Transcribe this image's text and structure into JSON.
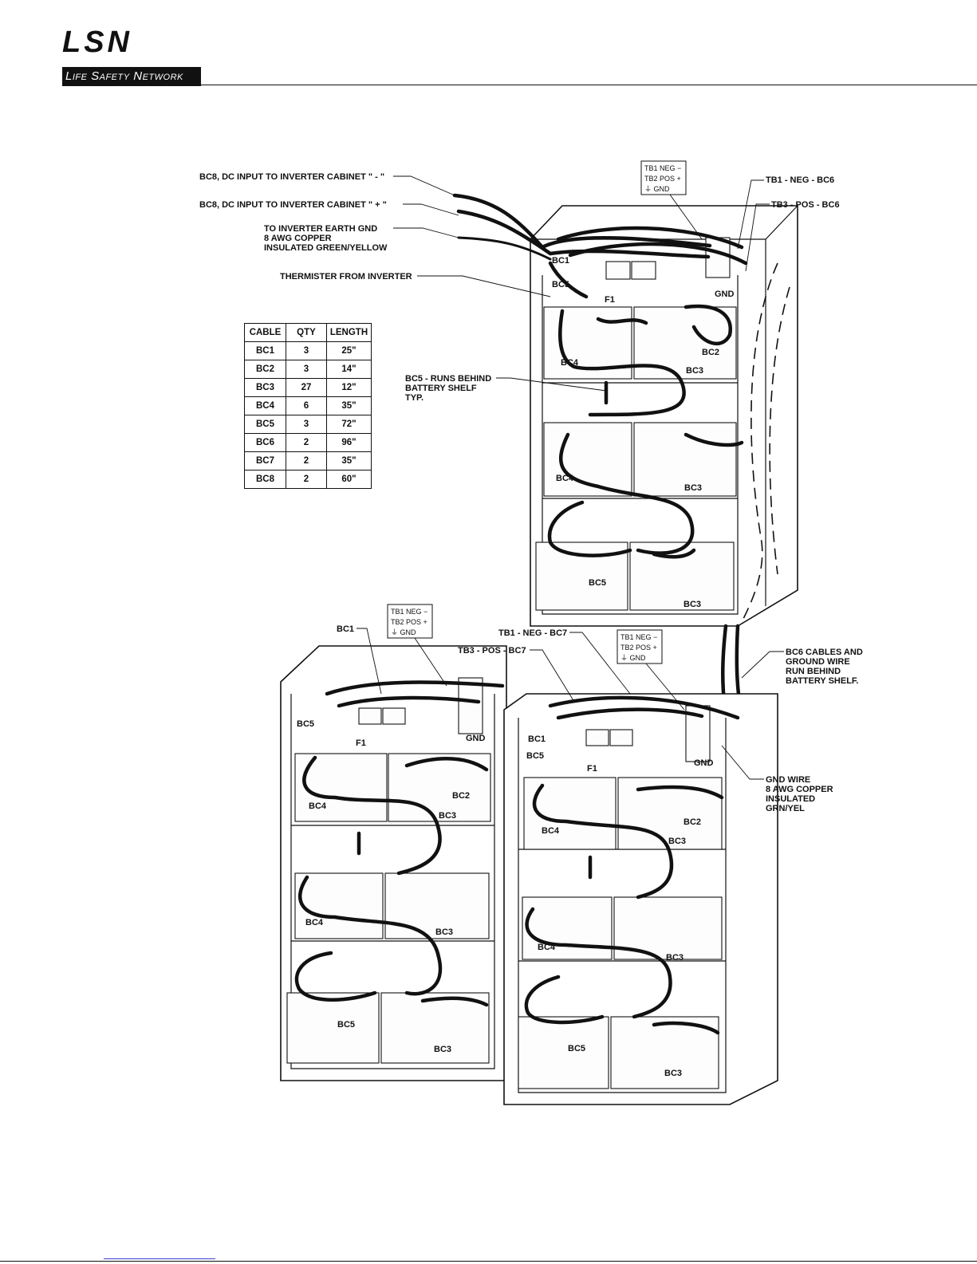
{
  "logo": {
    "top": "LSN",
    "bottom": "Life Safety Network"
  },
  "table": {
    "headers": [
      "CABLE",
      "QTY",
      "LENGTH"
    ],
    "rows": [
      [
        "BC1",
        "3",
        "25\""
      ],
      [
        "BC2",
        "3",
        "14\""
      ],
      [
        "BC3",
        "27",
        "12\""
      ],
      [
        "BC4",
        "6",
        "35\""
      ],
      [
        "BC5",
        "3",
        "72\""
      ],
      [
        "BC6",
        "2",
        "96\""
      ],
      [
        "BC7",
        "2",
        "35\""
      ],
      [
        "BC8",
        "2",
        "60\""
      ]
    ]
  },
  "labels": {
    "bc8_neg": "BC8, DC INPUT TO INVERTER CABINET \" - \"",
    "bc8_pos": "BC8, DC INPUT TO  INVERTER CABINET \" + \"",
    "earth1": "TO INVERTER EARTH GND",
    "earth2": "8 AWG COPPER",
    "earth3": "INSULATED GREEN/YELLOW",
    "thermister": "THERMISTER FROM INVERTER",
    "tb1_bc6": "TB1 - NEG - BC6",
    "tb3_bc6": "TB3 - POS - BC6",
    "bc5_runs1": "BC5 - RUNS BEHIND",
    "bc5_runs2": "BATTERY SHELF",
    "bc5_runs3": "TYP.",
    "tb1_bc7": "TB1 - NEG - BC7",
    "tb3_bc7": "TB3 - POS - BC7",
    "bc6_1": "BC6 CABLES AND",
    "bc6_2": "GROUND WIRE",
    "bc6_3": "RUN BEHIND",
    "bc6_4": "BATTERY SHELF.",
    "gnd1": "GND WIRE",
    "gnd2": "8 AWG COPPER",
    "gnd3": "INSULATED",
    "gnd4": "GRN/YEL",
    "bc1": "BC1",
    "bc2": "BC2",
    "bc3": "BC3",
    "bc4": "BC4",
    "bc5": "BC5",
    "f1": "F1",
    "gnd": "GND"
  },
  "tb_box": {
    "line1": "TB1  NEG  −",
    "line2": "TB2  POS  +",
    "line3": "⏚  GND"
  }
}
